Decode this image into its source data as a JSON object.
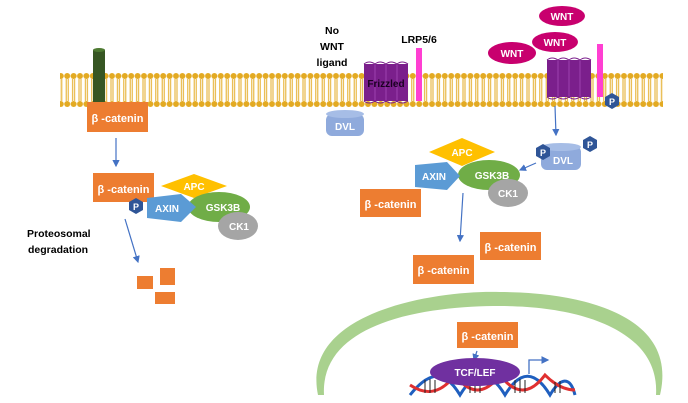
{
  "title": "WNT / beta-catenin signaling pathway",
  "colors": {
    "membrane": "#E3AA22",
    "membrane_line": "#F2D27A",
    "beta_catenin": "#ED7D31",
    "apc": "#FFC000",
    "axin": "#5B9BD5",
    "gsk3b": "#70AD47",
    "ck1": "#A5A5A5",
    "phospho": "#2F5597",
    "dvl": "#8FAADC",
    "wnt": "#C8006E",
    "frizzled": "#7B1F8C",
    "lrp": "#FF3FD2",
    "anchor": "#375623",
    "nucleus": "#A9D18E",
    "tcf_lef": "#7030A0",
    "arrow": "#4472C4",
    "dna_blue": "#1F5FBF",
    "dna_red": "#E03030"
  },
  "left_panel": {
    "membrane_protein_label": "β -catenin",
    "cytoplasm_label": "β -catenin",
    "phospho_label": "P",
    "complex": {
      "apc": "APC",
      "axin": "AXIN",
      "gsk3b": "GSK3B",
      "ck1": "CK1"
    },
    "degradation_label_line1": "Proteosomal",
    "degradation_label_line2": "degradation"
  },
  "right_panel": {
    "no_wnt_line1": "No",
    "no_wnt_line2": "WNT",
    "no_wnt_line3": "ligand",
    "receptor_label": "Frizzled",
    "coreceptor_label": "LRP5/6",
    "dvl_inactive": "DVL",
    "wnt_ligands": [
      "WNT",
      "WNT",
      "WNT"
    ],
    "phospho_label": "P",
    "dvl_active": "DVL",
    "complex": {
      "apc": "APC",
      "axin": "AXIN",
      "gsk3b": "GSK3B",
      "ck1": "CK1"
    },
    "free_beta_catenin": [
      "β -catenin",
      "β -catenin",
      "β -catenin"
    ],
    "nuclear_beta_catenin": "β -catenin",
    "transcription_factor": "TCF/LEF"
  }
}
